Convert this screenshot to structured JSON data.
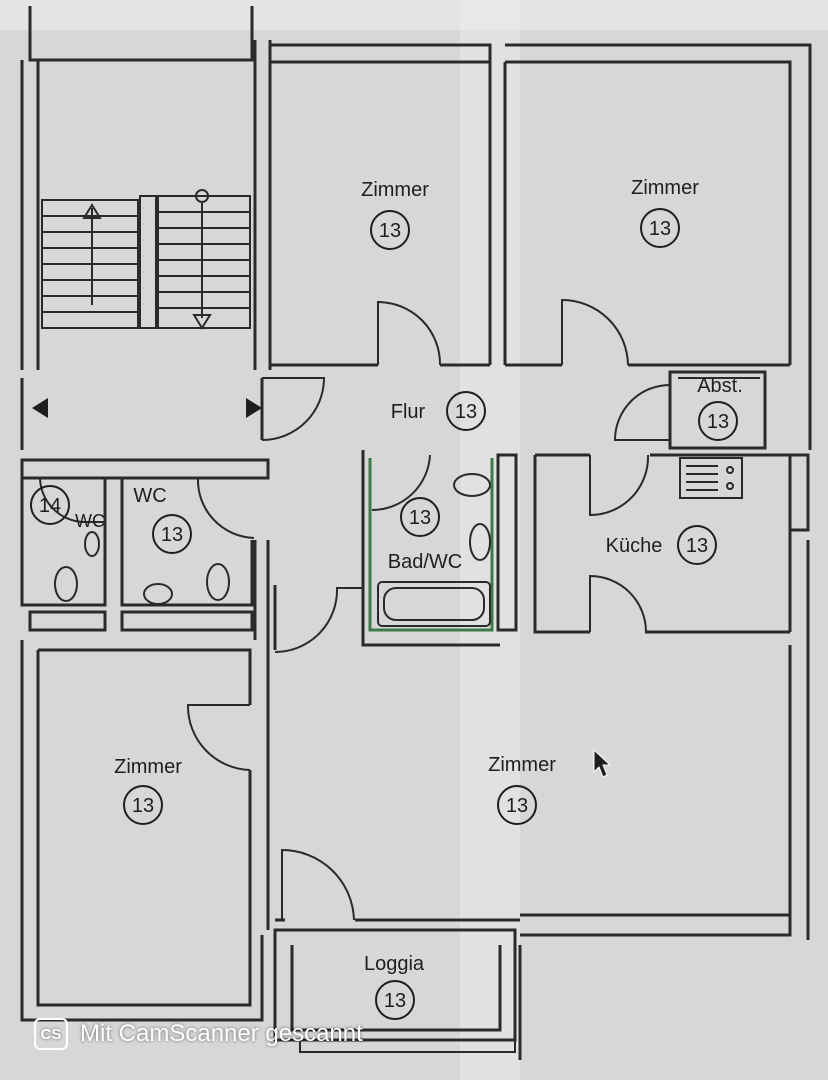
{
  "rooms": {
    "zimmer_top_left": {
      "label": "Zimmer",
      "number": "13"
    },
    "zimmer_top_right": {
      "label": "Zimmer",
      "number": "13"
    },
    "abst": {
      "label": "Abst.",
      "number": "13"
    },
    "flur": {
      "label": "Flur",
      "number": "13"
    },
    "wc_small": {
      "label": "WC",
      "number": "14"
    },
    "wc": {
      "label": "WC",
      "number": "13"
    },
    "bad_wc": {
      "label": "Bad/WC",
      "number": "13"
    },
    "kueche": {
      "label": "Küche",
      "number": "13"
    },
    "zimmer_bottom_left": {
      "label": "Zimmer",
      "number": "13"
    },
    "zimmer_bottom_center": {
      "label": "Zimmer",
      "number": "13"
    },
    "loggia": {
      "label": "Loggia",
      "number": "13"
    }
  },
  "watermark": {
    "logo": "CS",
    "text": "Mit CamScanner gescannt"
  },
  "colors": {
    "paper": "#d9dbd8",
    "ink": "#2a2a2a",
    "bath_outline": "#3c7a4a"
  }
}
